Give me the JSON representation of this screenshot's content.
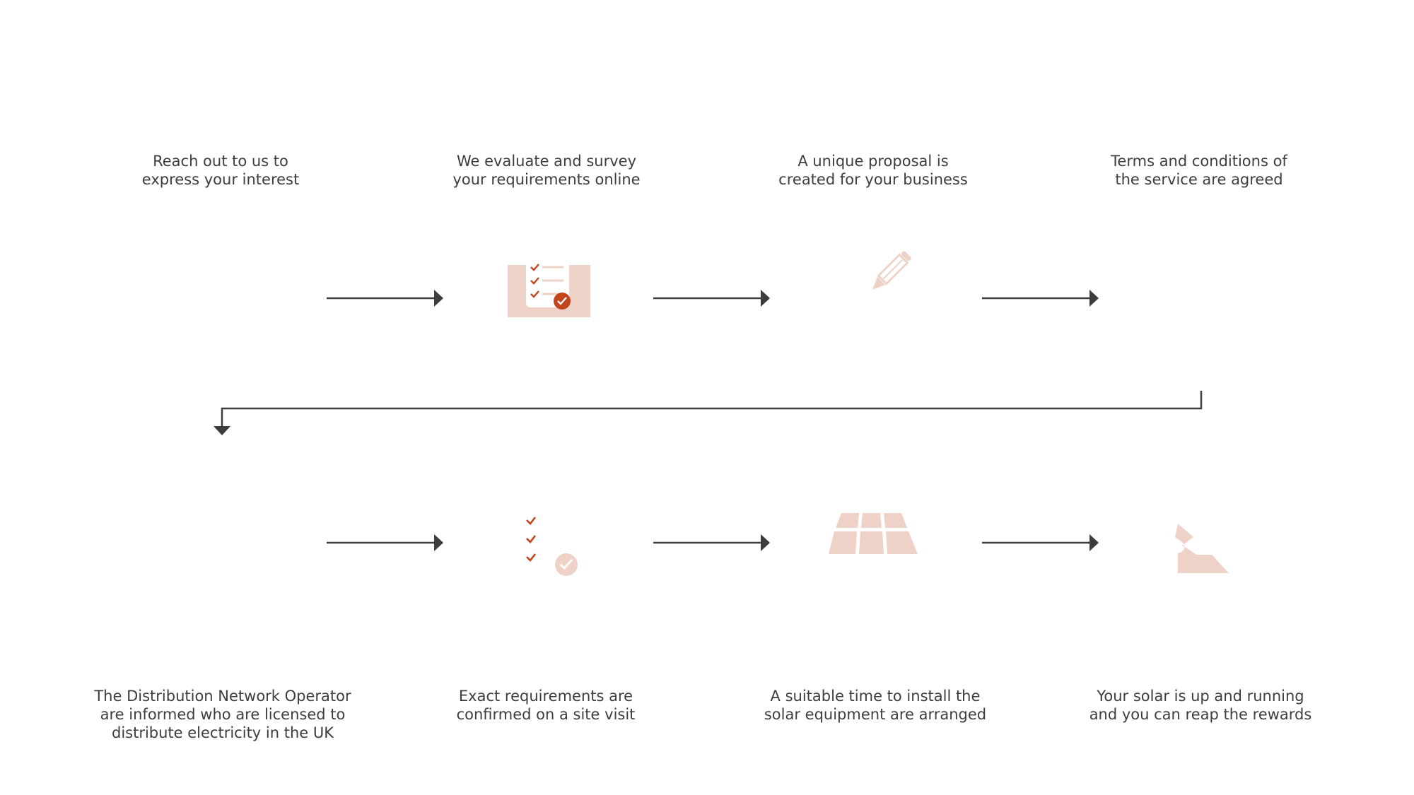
{
  "colors": {
    "line": "#3d3d3d",
    "icon_light": "#eed2c8",
    "icon_accent": "#c2451c",
    "background": "#ffffff"
  },
  "steps": [
    {
      "lines": [
        "Reach out to us to",
        "express your interest"
      ]
    },
    {
      "lines": [
        "We evaluate and survey",
        "your requirements online"
      ],
      "icon": "checklist-clipboard-icon"
    },
    {
      "lines": [
        "A unique proposal is",
        "created for your business"
      ],
      "icon": "pencil-icon"
    },
    {
      "lines": [
        "Terms and conditions of",
        "the service are agreed"
      ]
    },
    {
      "lines": [
        "The Distribution Network Operator",
        "are informed who are licensed to",
        "distribute electricity in the UK"
      ]
    },
    {
      "lines": [
        "Exact requirements are",
        "confirmed on a site visit"
      ],
      "icon": "checklist-check-icon"
    },
    {
      "lines": [
        "A suitable time to install the",
        "solar equipment are arranged"
      ],
      "icon": "solar-panel-icon"
    },
    {
      "lines": [
        "Your solar is up and running",
        "and you can reap the rewards"
      ],
      "icon": "piggy-bank-icon"
    }
  ]
}
